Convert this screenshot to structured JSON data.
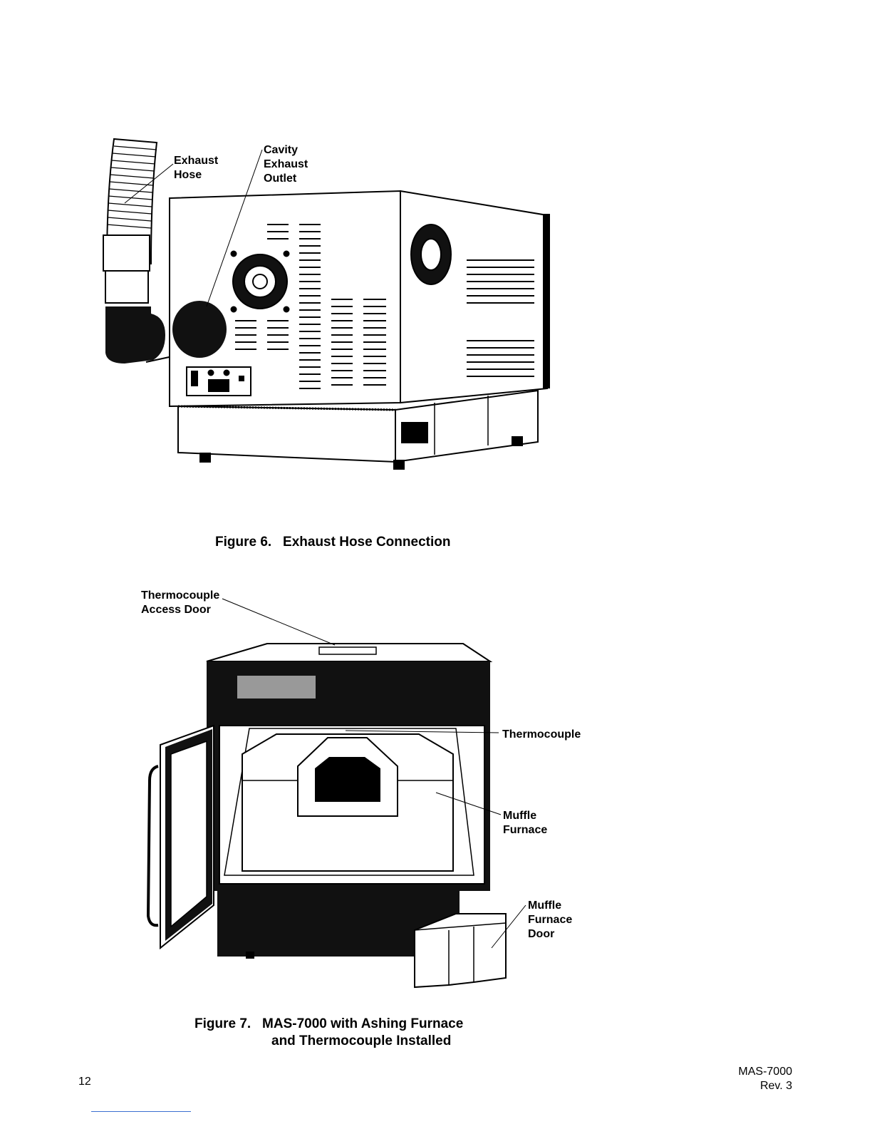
{
  "figure6": {
    "labels": {
      "exhaust_hose": [
        "Exhaust",
        "Hose"
      ],
      "cavity_exhaust_outlet": [
        "Cavity",
        "Exhaust",
        "Outlet"
      ]
    },
    "caption_number": "Figure 6.",
    "caption_text": "Exhaust Hose Connection"
  },
  "figure7": {
    "labels": {
      "thermocouple_access_door": [
        "Thermocouple",
        "Access Door"
      ],
      "thermocouple": "Thermocouple",
      "muffle_furnace": [
        "Muffle",
        "Furnace"
      ],
      "muffle_furnace_door": [
        "Muffle",
        "Furnace",
        "Door"
      ]
    },
    "caption_number": "Figure 7.",
    "caption_line1": "MAS-7000 with Ashing Furnace",
    "caption_line2": "and Thermocouple Installed"
  },
  "footer": {
    "page_number": "12",
    "doc_name": "MAS-7000",
    "revision": "Rev. 3"
  }
}
